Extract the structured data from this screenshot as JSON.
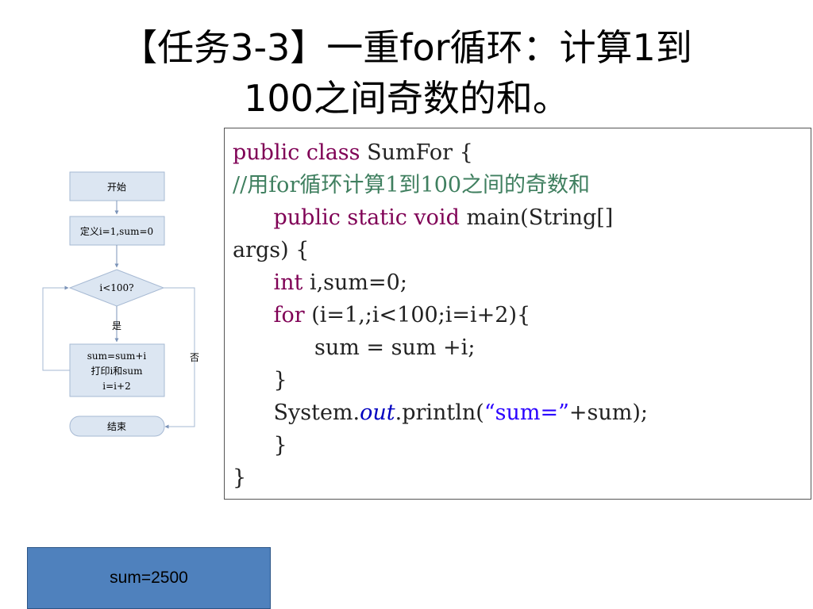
{
  "slide": {
    "title_line1": "【任务3-3】一重for循环：计算1到",
    "title_line2": "100之间奇数的和。"
  },
  "flowchart": {
    "start": "开始",
    "define": "定义i=1,sum=0",
    "condition": "i<100?",
    "yes_label": "是",
    "no_label": "否",
    "process_line1": "sum=sum+i",
    "process_line2": "打印i和sum",
    "process_line3": "i=i+2",
    "end": "结束"
  },
  "code": {
    "l1_kw": "public class",
    "l1_rest": " SumFor {",
    "l2_comment": "//用for循环计算1到100之间的奇数和",
    "l3_indent": "      ",
    "l3_kw": "public static void",
    "l3_rest": " main(String[]",
    "l4": "args) {",
    "l5_indent": "      ",
    "l5_kw": "int",
    "l5_rest": " i,sum=0;",
    "l6_indent": "      ",
    "l6_kw": "for",
    "l6_rest": " (i=1,;i<100;i=i+2){",
    "l7": "            sum = sum +i;",
    "l8": "      }",
    "l9_a": "      System.",
    "l9_out": "out",
    "l9_b": ".println(",
    "l9_str": "“sum=”",
    "l9_c": "+sum);",
    "l10": "      }",
    "l11": "}"
  },
  "result": {
    "text": "sum=2500"
  },
  "colors": {
    "result_fill": "#4f81bd",
    "flow_box_fill": "#dce6f2",
    "flow_box_stroke": "#a6b9d3",
    "keyword": "#7f0055",
    "comment": "#3f7f5f"
  }
}
